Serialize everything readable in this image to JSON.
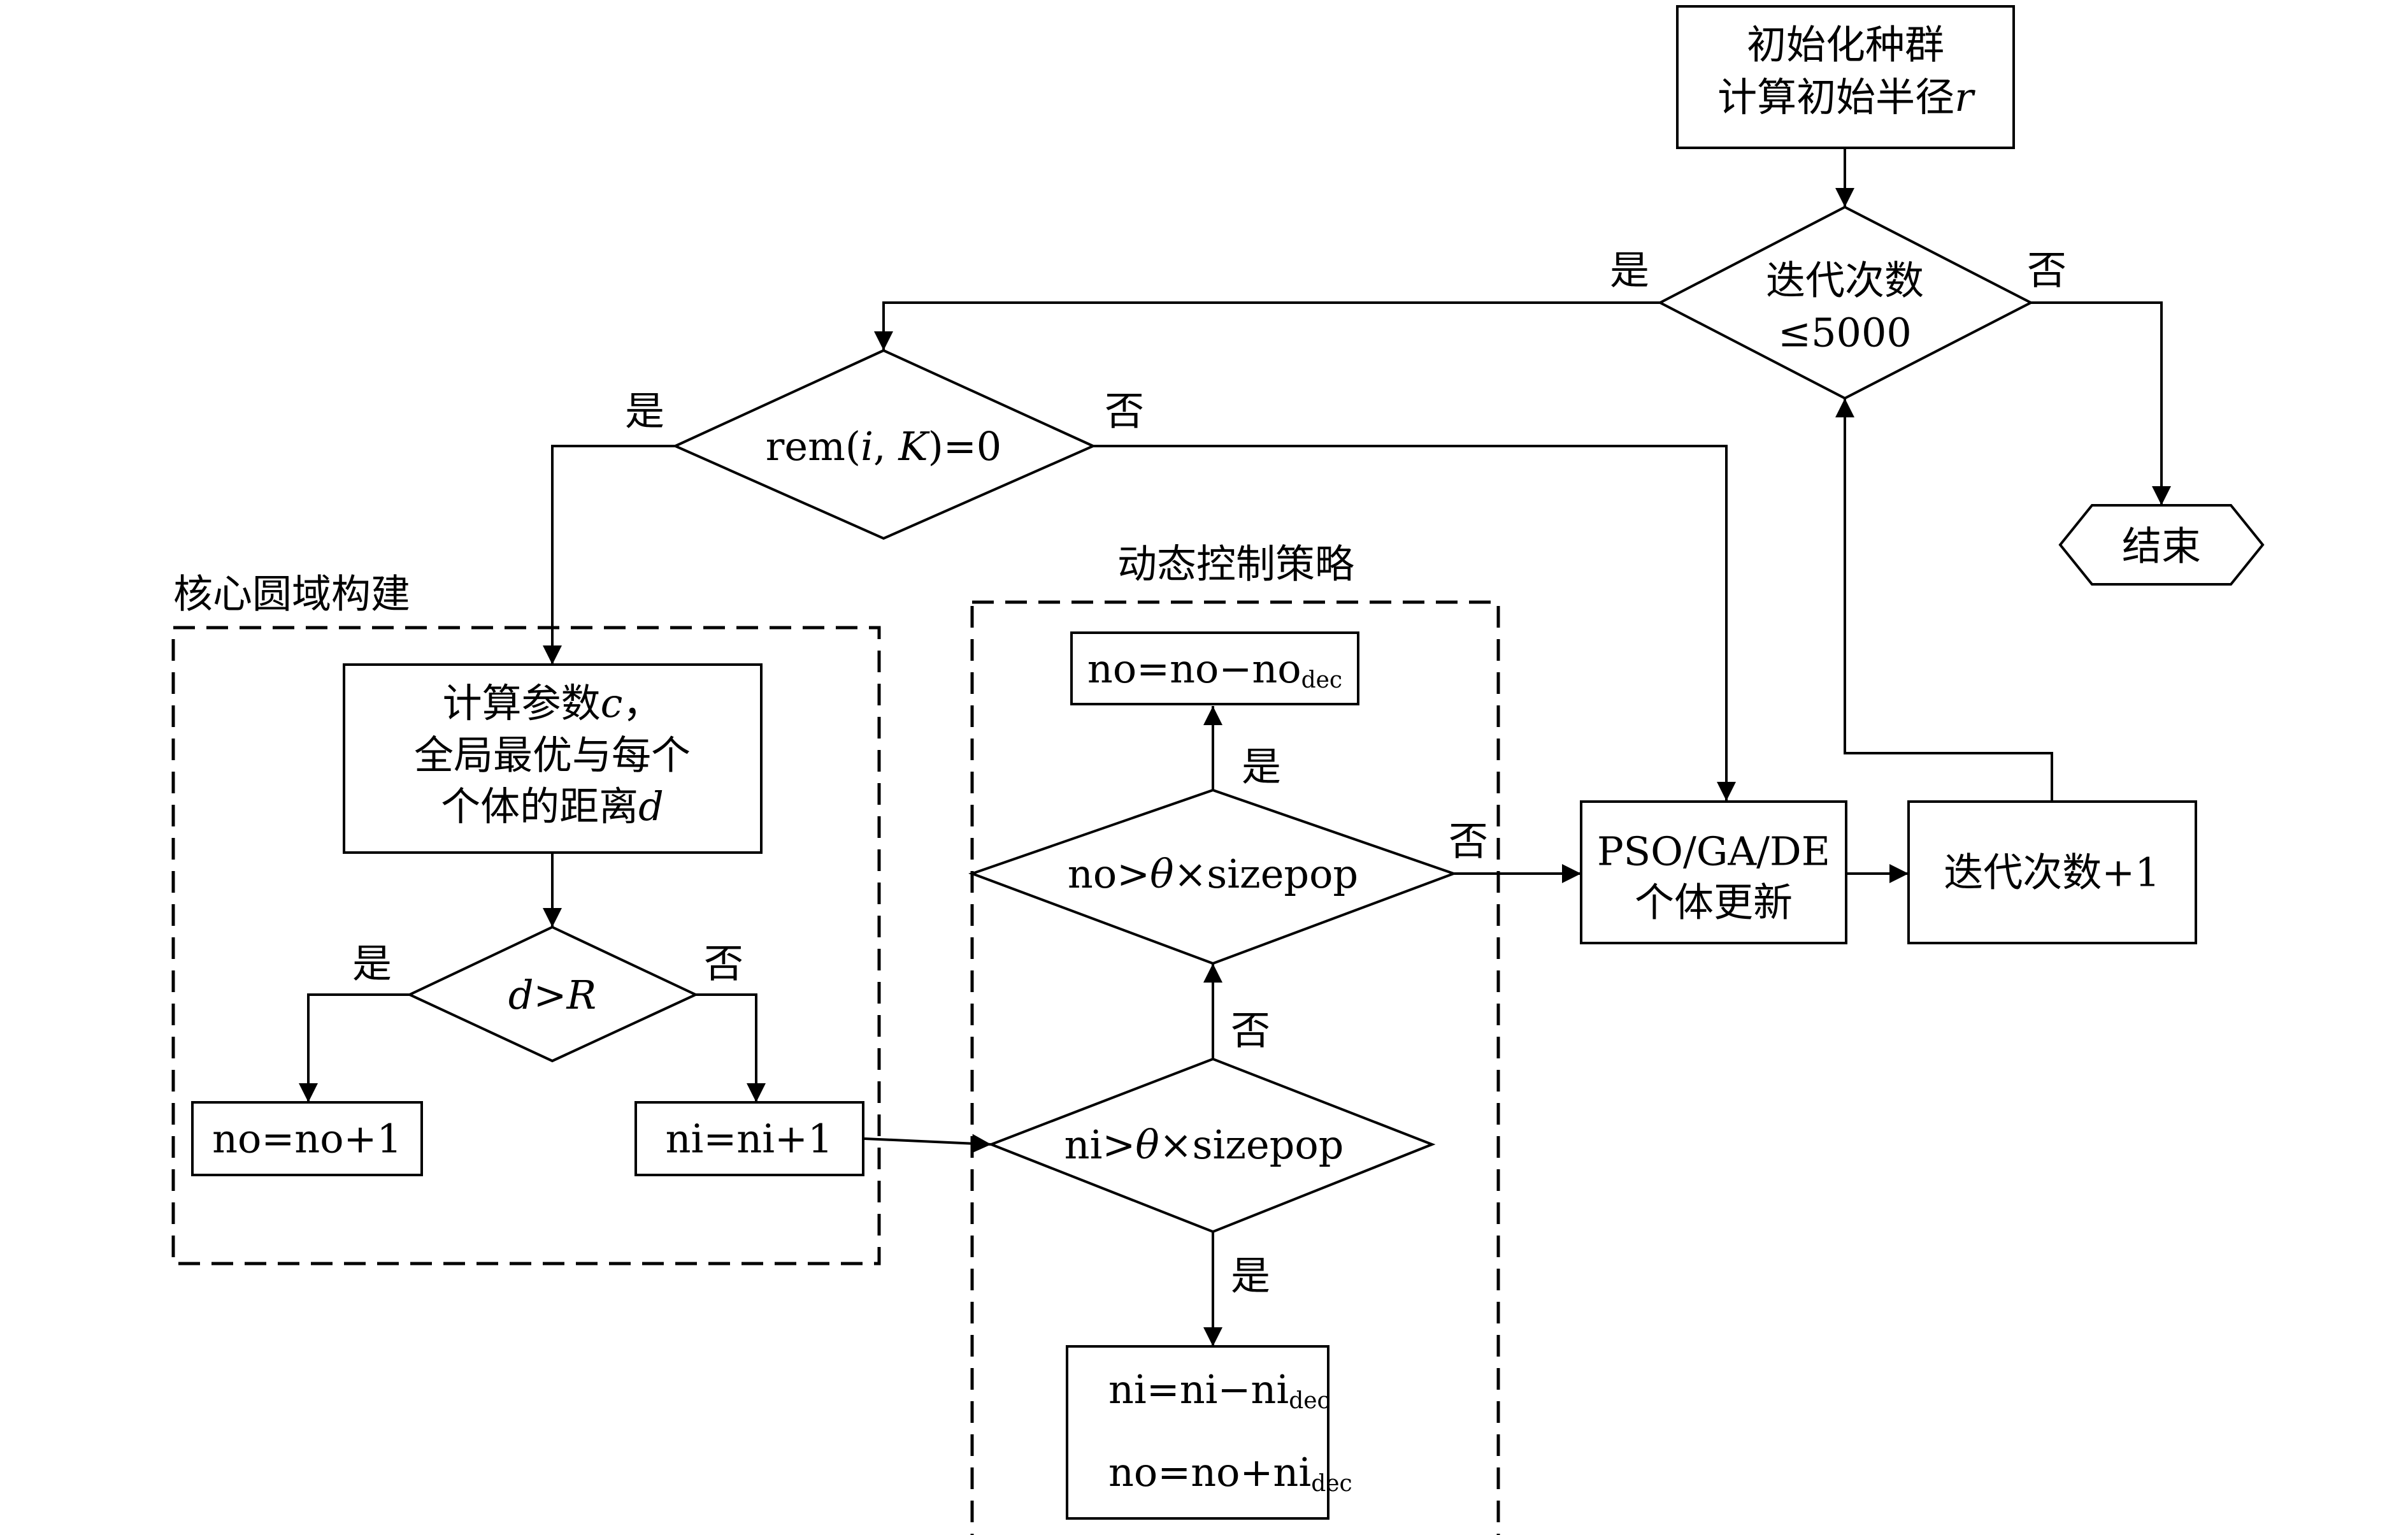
{
  "nodes": {
    "init": {
      "line1": "初始化种群",
      "line2": "计算初始半径",
      "var": "r"
    },
    "iter_check": {
      "line1": "迭代次数",
      "line2": "≤5000"
    },
    "end": {
      "label": "结束"
    },
    "rem_check": {
      "pre": "rem(",
      "var1": "i",
      "mid": ", ",
      "var2": "K",
      "post": ")=0"
    },
    "compute": {
      "line1": "计算参数",
      "var1": "c",
      "comma": "，",
      "line2": "全局最优与每个",
      "line3": "个体的距离",
      "var2": "d"
    },
    "dr_check": {
      "var1": "d",
      "op": ">",
      "var2": "R"
    },
    "no_inc": {
      "label": "no=no+1"
    },
    "ni_inc": {
      "label": "ni=ni+1"
    },
    "ni_check": {
      "pre": "ni>",
      "var": "θ",
      "post": "×sizepop"
    },
    "no_check": {
      "pre": "no>",
      "var": "θ",
      "post": "×sizepop"
    },
    "no_dec": {
      "main": "no=no−no",
      "sub": "dec"
    },
    "ni_adjust": {
      "line1_main": "ni=ni−ni",
      "line1_sub": "dec",
      "line2_main": "no=no+ni",
      "line2_sub": "dec"
    },
    "update": {
      "line1": "PSO/GA/DE",
      "line2": "个体更新"
    },
    "iter_inc": {
      "label": "迭代次数+1"
    }
  },
  "groups": {
    "core": {
      "label": "核心圆域构建"
    },
    "dynamic": {
      "label": "动态控制策略"
    }
  },
  "edge_labels": {
    "iter_yes": "是",
    "iter_no": "否",
    "rem_yes": "是",
    "rem_no": "否",
    "dr_yes": "是",
    "dr_no": "否",
    "ni_yes": "是",
    "ni_no": "否",
    "no_yes": "是",
    "no_no": "否"
  }
}
